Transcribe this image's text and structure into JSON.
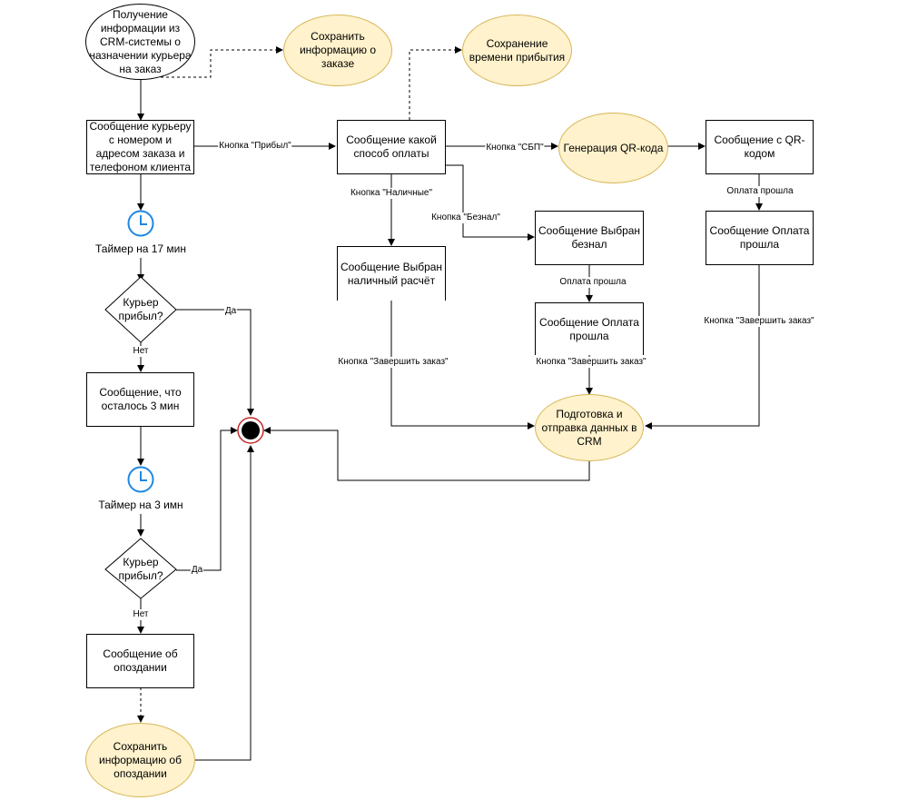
{
  "diagram": {
    "nodes": {
      "crm_info": "Получение информации из CRM-системы о назначении курьера на заказ",
      "save_order_info": "Сохранить информацию о заказе",
      "msg_courier": "Сообщение курьеру с номером и адресом заказа и телефоном клиента",
      "timer_17_label": "Таймер на 17 мин",
      "courier_arrived_1": "Курьер прибыл?",
      "msg_3_min_left": "Сообщение, что осталось 3 мин",
      "timer_3_label": "Таймер на 3 имн",
      "courier_arrived_2": "Курьер прибыл?",
      "msg_late": "Сообщение об опоздании",
      "save_late_info": "Сохранить информацию об опоздании",
      "msg_payment_method": "Сообщение какой способ оплаты",
      "save_arrival_time": "Сохранение времени прибытия",
      "gen_qr": "Генерация QR-кода",
      "msg_qr": "Сообщение с QR-кодом",
      "msg_paid_qr": "Сообщение Оплата прошла",
      "msg_cashless": "Сообщение Выбран безнал",
      "msg_paid_cashless": "Сообщение Оплата прошла",
      "msg_cash": "Сообщение Выбран наличный расчёт",
      "prepare_send_crm": "Подготовка и отправка данных в CRM"
    },
    "edge_labels": {
      "btn_arrived": "Кнопка \"Прибыл\"",
      "btn_sbp": "Кнопка \"СБП\"",
      "btn_cash": "Кнопка \"Наличные\"",
      "btn_cashless": "Кнопка \"Безнал\"",
      "paid_qr": "Оплата прошла",
      "paid_cashless": "Оплата прошла",
      "finish_cash": "Кнопка \"Завершить заказ\"",
      "finish_cashless": "Кнопка \"Завершить заказ\"",
      "finish_qr": "Кнопка \"Завершить заказ\"",
      "yes_1": "Да",
      "no_1": "Нет",
      "yes_2": "Да",
      "no_2": "Нет"
    },
    "colors": {
      "note_fill": "#FFF2CC",
      "note_stroke": "#D6B656",
      "timer_blue": "#1E88E5",
      "end_red": "#C62828",
      "line": "#000000"
    }
  }
}
